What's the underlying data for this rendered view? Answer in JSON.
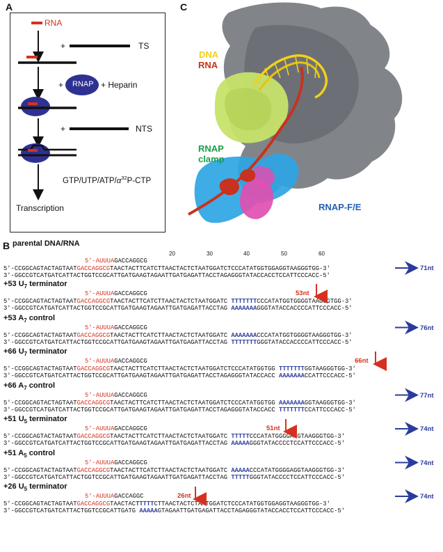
{
  "panels": {
    "a": "A",
    "b": "B",
    "c": "C"
  },
  "panel_a": {
    "rna": "RNA",
    "plus": "+",
    "ts": "TS",
    "rnap": "RNAP",
    "heparin": "+ Heparin",
    "nts": "NTS",
    "ntps_prefix": "GTP/UTP/ATP/",
    "alpha": "α",
    "p32_sup": "32",
    "ntps_suffix": "P-CTP",
    "transcription": "Transcription"
  },
  "panel_c": {
    "dna": "DNA",
    "rna": "RNA",
    "clamp_line1": "RNAP",
    "clamp_line2": "clamp",
    "fe": "RNAP-F/E"
  },
  "panel_b": {
    "parental_title": "parental DNA/RNA",
    "ruler": [
      "20",
      "30",
      "40",
      "50",
      "60"
    ],
    "rna_5prime": "5'-AUUUA",
    "rna_rest": "GACCAGGCG",
    "sections": [
      {
        "title_main": "+53 U",
        "title_sub": "7",
        "title_rest": " terminator",
        "rna_rest": "GACCAGGCG",
        "top_pre": "5'-CCGGCAGTACTAGTAAT",
        "top_red": "GACCAGGCG",
        "top_mid": "TAACTACTTCATCTTAACTACTCTAATGGATC ",
        "top_blue": "TTTTTTT",
        "top_post": "CCCATATGGTGGGGTAAGGGTGG-3'",
        "bot_pre": "3'-GGCCGTCATGATCATTACTGGTCCGCATTGATGAAGTAGAATTGATGAGATTACCTAG ",
        "bot_blue": "AAAAAAA",
        "bot_post": "GGGTATACCACCCCATTCCCACC-5'",
        "nt": "53nt"
      },
      {
        "title_main": "+53 A",
        "title_sub": "7",
        "title_rest": " control",
        "rna_rest": "GACCAGGCG",
        "top_pre": "5'-CCGGCAGTACTAGTAAT",
        "top_red": "GACCAGGCG",
        "top_mid": "TAACTACTTCATCTTAACTACTCTAATGGATC ",
        "top_blue": "AAAAAAA",
        "top_post": "CCCATATGGTGGGGTAAGGGTGG-3'",
        "bot_pre": "3'-GGCCGTCATGATCATTACTGGTCCGCATTGATGAAGTAGAATTGATGAGATTACCTAG ",
        "bot_blue": "TTTTTTT",
        "bot_post": "GGGTATACCACCCCATTCCCACC-5'",
        "nt": "76nt"
      },
      {
        "title_main": "+66 U",
        "title_sub": "7",
        "title_rest": " terminator",
        "rna_rest": "GACCAGGCG",
        "top_pre": "5'-CCGGCAGTACTAGTAAT",
        "top_red": "GACCAGGCG",
        "top_mid": "TAACTACTTCATCTTAACTACTCTAATGGATCTCCCATATGGTGG ",
        "top_blue": "TTTTTTT",
        "top_post": "GGTAAGGGTGG-3'",
        "bot_pre": "3'-GGCCGTCATGATCATTACTGGTCCGCATTGATGAAGTAGAATTGATGAGATTACCTAGAGGGTATACCACC ",
        "bot_blue": "AAAAAAA",
        "bot_post": "CCATTCCCACC-5'",
        "nt": "66nt"
      },
      {
        "title_main": "+66 A",
        "title_sub": "7",
        "title_rest": " control",
        "rna_rest": "GACCAGGCG",
        "top_pre": "5'-CCGGCAGTACTAGTAAT",
        "top_red": "GACCAGGCG",
        "top_mid": "TAACTACTTCATCTTAACTACTCTAATGGATCTCCCATATGGTGG ",
        "top_blue": "AAAAAAA",
        "top_post": "GGTAAGGGTGG-3'",
        "bot_pre": "3'-GGCCGTCATGATCATTACTGGTCCGCATTGATGAAGTAGAATTGATGAGATTACCTAGAGGGTATACCACC ",
        "bot_blue": "TTTTTTT",
        "bot_post": "CCATTCCCACC-5'",
        "nt": "77nt"
      },
      {
        "title_main": "+51 U",
        "title_sub": "5",
        "title_rest": " terminator",
        "rna_rest": "GACCAGGCG",
        "top_pre": "5'-CCGGCAGTACTAGTAAT",
        "top_red": "GACCAGGCG",
        "top_mid": "TAACTACTTCATCTTAACTACTCTAATGGATC ",
        "top_blue": "TTTTT",
        "top_post": "CCCATATGGGGAGGTAAGGGTGG-3'",
        "bot_pre": "3'-GGCCGTCATGATCATTACTGGTCCGCATTGATGAAGTAGAATTGATGAGATTACCTAG ",
        "bot_blue": "AAAAA",
        "bot_post": "GGGTATACCCCTCCATTCCCACC-5'",
        "nt": "51nt",
        "nt2": "74nt"
      },
      {
        "title_main": "+51 A",
        "title_sub": "5",
        "title_rest": " control",
        "rna_rest": "GACCAGGCG",
        "top_pre": "5'-CCGGCAGTACTAGTAAT",
        "top_red": "GACCAGGCG",
        "top_mid": "TAACTACTTCATCTTAACTACTCTAATGGATC ",
        "top_blue": "AAAAA",
        "top_post": "CCCATATGGGGAGGTAAGGGTGG-3'",
        "bot_pre": "3'-GGCCGTCATGATCATTACTGGTCCGCATTGATGAAGTAGAATTGATGAGATTACCTAG ",
        "bot_blue": "TTTTT",
        "bot_post": "GGGTATACCCCTCCATTCCCACC-5'",
        "nt": "74nt"
      },
      {
        "title_main": "+26 U",
        "title_sub": "5",
        "title_rest": " terminator",
        "rna_rest": "GACCAGGC",
        "top_pre": "5'-CCGGCAGTACTAGTAAT",
        "top_red": "GACCAGGCG",
        "top_mid": "TAACTAC",
        "top_blue": "TTTTT",
        "top_post": "CTTAACTACTCTAATGGATCTCCCATATGGTGGAGGTAAGGGTGG-3'",
        "bot_pre": "3'-GGCCGTCATGATCATTACTGGTCCGCATTGATG ",
        "bot_blue": "AAAAA",
        "bot_post": "GTAGAATTGATGAGATTACCTAGAGGGTATACCACCTCCATTCCCACC-5'",
        "nt": "26nt",
        "nt2": "74nt"
      }
    ],
    "parental": {
      "top_pre": "5'-CCGGCAGTACTAGTAAT",
      "top_red": "GACCAGGCG",
      "top_rest": "TAACTACTTCATCTTAACTACTCTAATGGATCTCCCATATGGTGGAGGTAAGGGTGG-3'",
      "bot": "3'-GGCCGTCATGATCATTACTGGTCCGCATTGATGAAGTAGAATTGATGAGATTACCTAGAGGGTATACCACCTCCATTCCCACC-5'",
      "nt": "71nt"
    }
  },
  "colors": {
    "red": "#d6311f",
    "blue": "#2b3b9c",
    "rnap_fill": "#2e3192",
    "dna_yellow": "#f2d11a",
    "rna_red": "#c8321e",
    "clamp_green": "#1aa04a",
    "fe_blue": "#2460b4"
  }
}
